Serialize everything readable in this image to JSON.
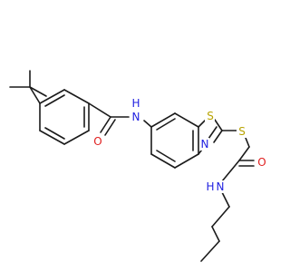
{
  "labels": {
    "n_amide_left": "N",
    "h_amide_left": "H",
    "o_carbonyl_left": "O",
    "s_thiazole": "S",
    "n_thiazole": "N",
    "s_thioether": "S",
    "o_carbonyl_right": "O",
    "n_amide_right": "N",
    "h_amide_right": "H"
  },
  "colors": {
    "bond": "#1a1a1a",
    "nitrogen": "#1f1fe0",
    "oxygen": "#e01f1f",
    "sulfur": "#b8a300"
  }
}
